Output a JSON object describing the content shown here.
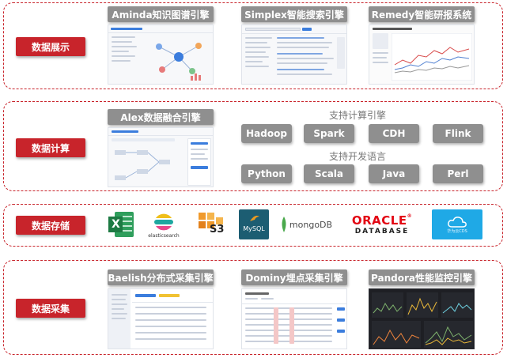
{
  "layers": [
    {
      "label": "数据展示"
    },
    {
      "label": "数据计算"
    },
    {
      "label": "数据存储"
    },
    {
      "label": "数据采集"
    }
  ],
  "display": {
    "engines": [
      "Aminda知识图谱引擎",
      "Simplex智能搜索引擎",
      "Remedy智能研报系统"
    ]
  },
  "compute": {
    "engine": "Alex数据融合引擎",
    "compute_title": "支持计算引擎",
    "compute_items": [
      "Hadoop",
      "Spark",
      "CDH",
      "Flink"
    ],
    "lang_title": "支持开发语言",
    "lang_items": [
      "Python",
      "Scala",
      "Java",
      "Perl"
    ]
  },
  "storage": {
    "excel_letter": "X",
    "elastic_text": "elasticsearch",
    "s3_text": "S3",
    "mysql_text": "MySQL",
    "mongo_text": "mongoDB",
    "oracle_text": "ORACLE",
    "oracle_reg": "®",
    "oracle_sub": "DATABASE",
    "cloud_text": "华为云CDS"
  },
  "collect": {
    "engines": [
      "Baelish分布式采集引擎",
      "Dominy埋点采集引擎",
      "Pandora性能监控引擎"
    ]
  },
  "colors": {
    "accent": "#c8242b",
    "tab": "#8f8f8f"
  }
}
